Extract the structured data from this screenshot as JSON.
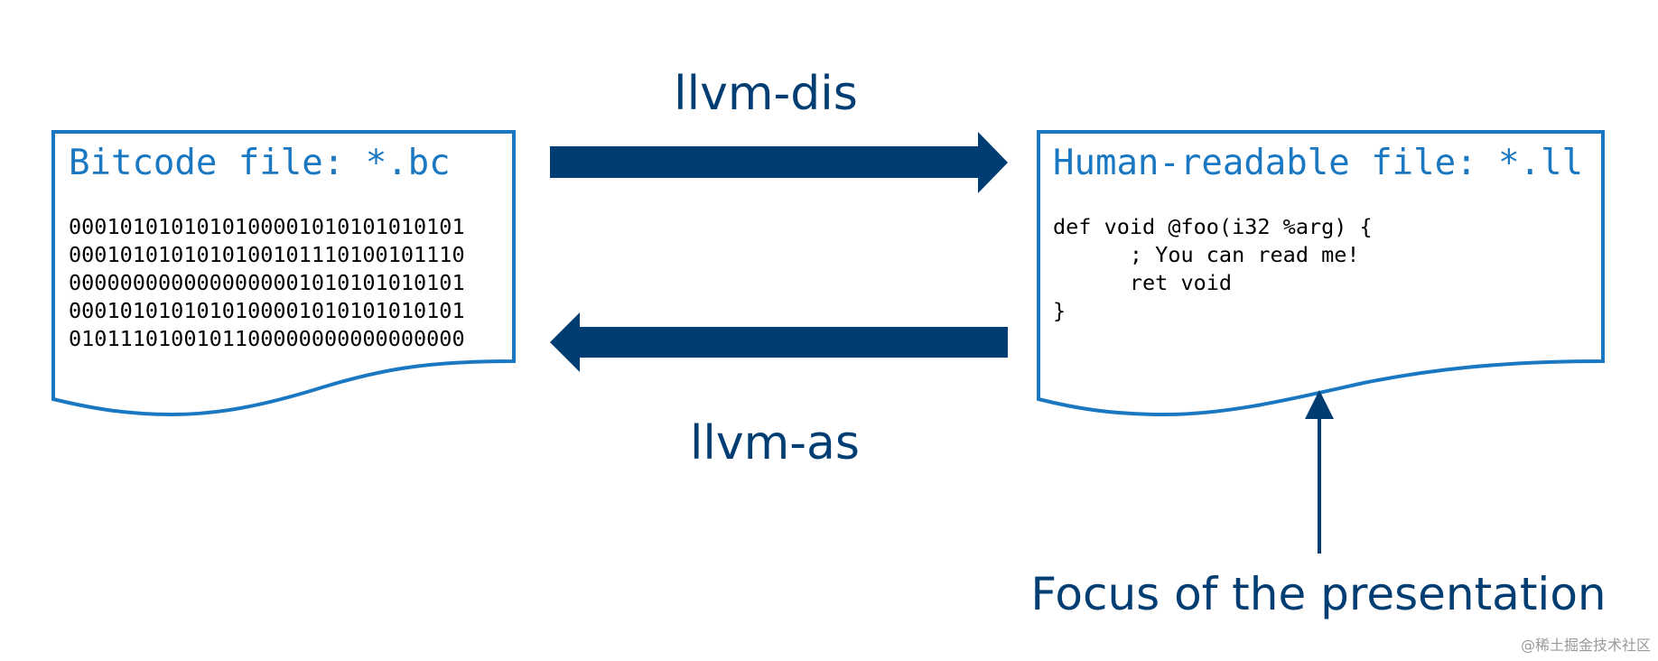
{
  "colors": {
    "document_border": "#1a78c2",
    "document_title": "#1a78c2",
    "arrow": "#003d73",
    "label_text": "#003d73",
    "code_text": "#000000"
  },
  "bitcode_doc": {
    "title": "Bitcode file: *.bc",
    "lines": [
      "0001010101010100001010101010101",
      "0001010101010100101110100101110",
      "0000000000000000001010101010101",
      "0001010101010100001010101010101",
      "0101110100101100000000000000000"
    ]
  },
  "readable_doc": {
    "title": "Human-readable file: *.ll",
    "lines": [
      "def void @foo(i32 %arg) {",
      "      ; You can read me!",
      "      ret void",
      "}"
    ]
  },
  "arrows": {
    "forward_label": "llvm-dis",
    "backward_label": "llvm-as"
  },
  "focus": {
    "label": "Focus of the presentation"
  },
  "watermark": "@稀土掘金技术社区"
}
